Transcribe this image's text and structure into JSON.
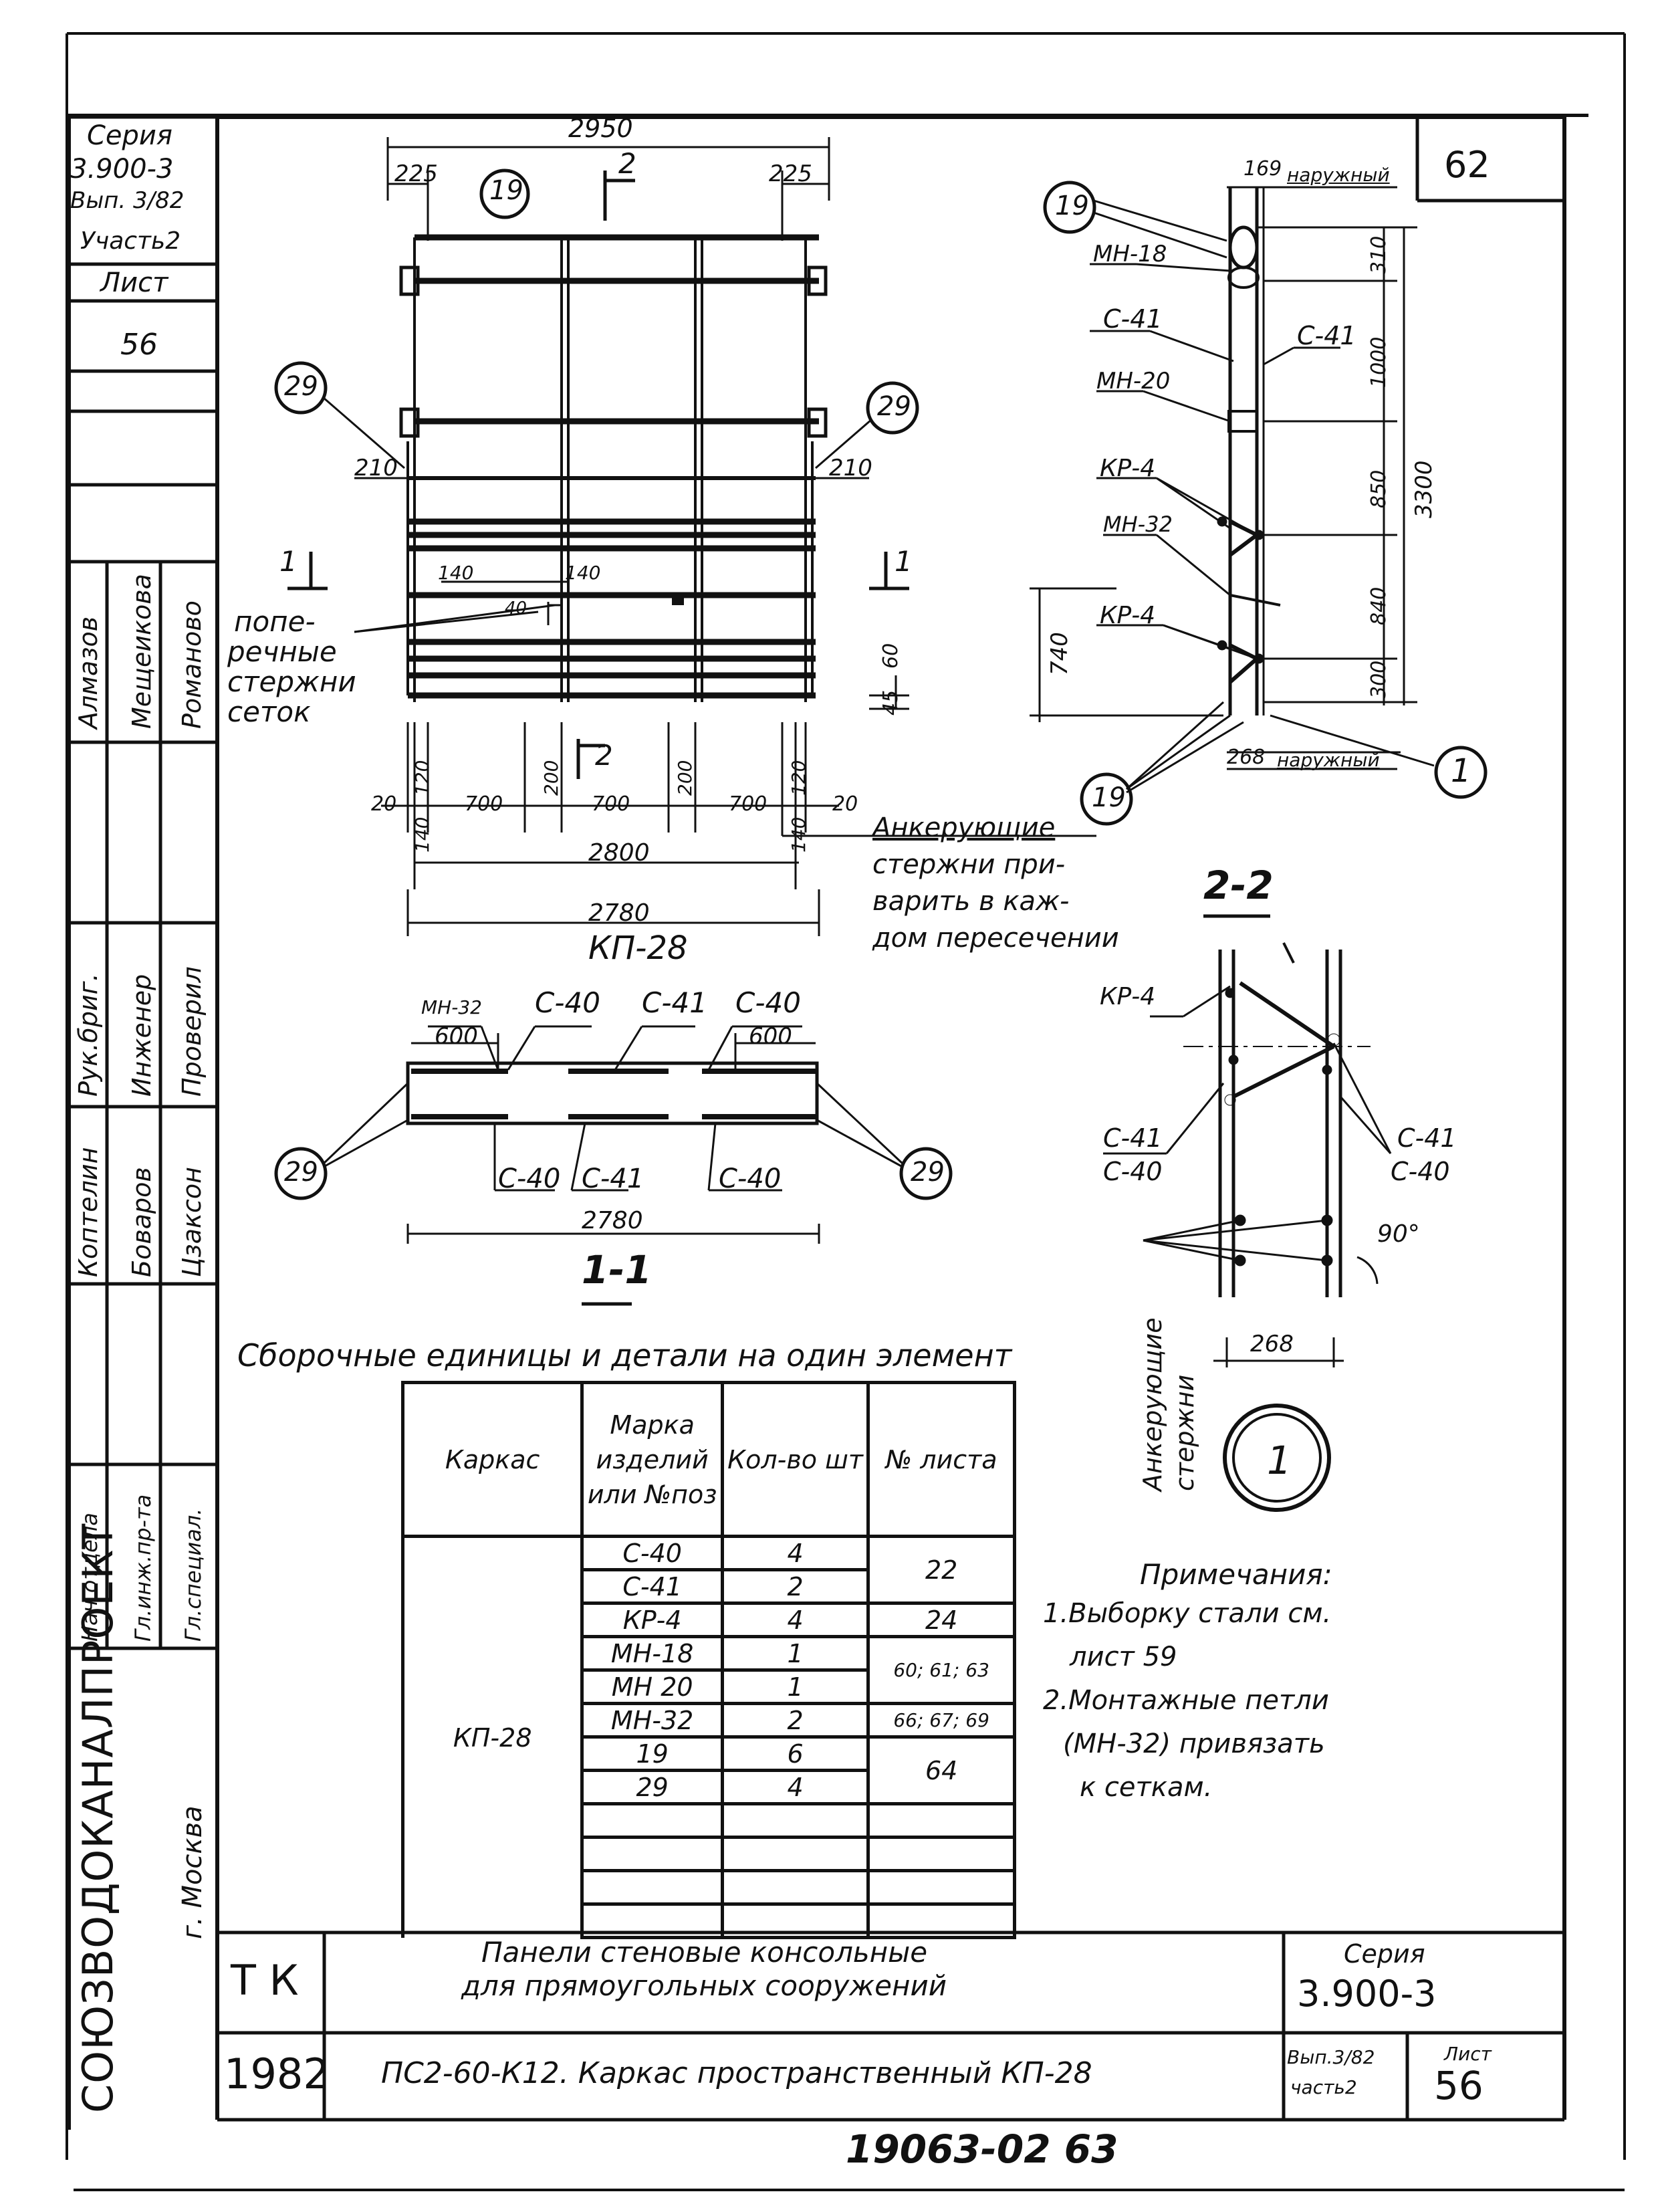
{
  "sheet_number_corner": "62",
  "stamp": {
    "series_label": "Серия",
    "series_value": "3.900-3",
    "issue": "Вып. 3/82",
    "part": "Участь2",
    "sheet_label": "Лист",
    "sheet_value": "56"
  },
  "side_block": {
    "rows": [
      {
        "role": "Нач.отдела",
        "name": "Коптелин",
        "sign": "Алмазов"
      },
      {
        "role": "Гл.инж.пр-та",
        "name": "Боваров",
        "sign": "Мещеикова"
      },
      {
        "role": "Гл.специал.",
        "name": "Цзаксон",
        "sign": "Романово"
      }
    ],
    "roles2": [
      "Рук.бриг.",
      "Инженер",
      "Проверил"
    ],
    "org": "СОЮЗВОДОКАНАЛПРОЕКТ",
    "city": "г. Москва"
  },
  "plan": {
    "dim_total_top": "2950",
    "dim_left_top": "225",
    "dim_right_top": "225",
    "section_top": "2",
    "callout_19": "19",
    "callout_29_left": "29",
    "callout_29_right": "29",
    "dim_210_left": "210",
    "dim_210_right": "210",
    "section_1_left": "1",
    "section_1_right": "1",
    "dim_140_a": "140",
    "dim_140_b": "140",
    "dim_40": "40",
    "note_transverse": [
      "попе-",
      "речные",
      "стержни",
      "сеток"
    ],
    "dim_60": "60",
    "dim_45": "45",
    "section_bottom": "2",
    "bottom_dims": [
      "20",
      "120",
      "700",
      "200",
      "700",
      "200",
      "700",
      "120",
      "20"
    ],
    "dim_140_c": "140",
    "dim_140_d": "140",
    "dim_2800": "2800",
    "dim_2780": "2780",
    "title": "КП-28",
    "anchor_note": [
      "Анкерующие",
      "стержни при-",
      "варить в каж-",
      "дом пересечении"
    ]
  },
  "section22": {
    "callout_19_top": "19",
    "dim_169": "169",
    "label_outer_top": "наружный",
    "mh18": "МН-18",
    "c41_left": "С-41",
    "c41_right": "С-41",
    "mh20": "МН-20",
    "kp4_a": "КР-4",
    "mh32": "МН-32",
    "kp4_b": "КР-4",
    "dims_right": [
      "310",
      "1000",
      "850",
      "840",
      "300"
    ],
    "dim_3300": "3300",
    "dim_740": "740",
    "callout_19_bottom": "19",
    "dim_268": "268",
    "label_outer_bottom": "наружный",
    "callout_1": "1",
    "title": "2-2"
  },
  "section11": {
    "mh32": "МН-32",
    "c40_a": "С-40",
    "c41": "С-41",
    "c40_b": "С-40",
    "dim_600_left": "600",
    "dim_600_right": "600",
    "callout_29_left": "29",
    "callout_29_right": "29",
    "c40_bot_a": "С-40",
    "c41_bot": "С-41",
    "c40_bot_b": "С-40",
    "dim_2780": "2780",
    "title": "1-1"
  },
  "detail1": {
    "kp4": "КР-4",
    "left_top": "С-41",
    "left_bot": "С-40",
    "right_top": "С-41",
    "right_bot": "С-40",
    "angle": "90°",
    "anchor": "Анкерующие стержни",
    "dim_268": "268",
    "callout": "1"
  },
  "table_title": "Сборочные единицы и детали на один элемент",
  "table": {
    "headers": [
      "Каркас",
      "Марка изделий или №поз",
      "Кол-во шт",
      "№ листа"
    ],
    "frame": "КП-28",
    "rows": [
      [
        "С-40",
        "4"
      ],
      [
        "С-41",
        "2"
      ],
      [
        "КР-4",
        "4"
      ],
      [
        "МН-18",
        "1"
      ],
      [
        "МН 20",
        "1"
      ],
      [
        "МН-32",
        "2"
      ],
      [
        "19",
        "6"
      ],
      [
        "29",
        "4"
      ]
    ],
    "sheets": [
      "22",
      "24",
      "60; 61; 63",
      "66; 67; 69",
      "64"
    ]
  },
  "notes": {
    "title": "Примечания:",
    "lines": [
      "1.Выборку стали см.",
      "лист 59",
      "2.Монтажные петли",
      "(МН-32) привязать",
      "к сеткам."
    ]
  },
  "title_block": {
    "code": "Т К",
    "year": "1982",
    "name_line1": "Панели стеновые консольные",
    "name_line2": "для прямоугольных сооружений",
    "name_line3": "ПС2-60-К12. Каркас пространственный КП-28",
    "series_label": "Серия",
    "series_value": "3.900-3",
    "issue": "Вып.3/82",
    "part": "часть2",
    "sheet_label": "Лист",
    "sheet_value": "56"
  },
  "footer_number": "19063-02 63"
}
